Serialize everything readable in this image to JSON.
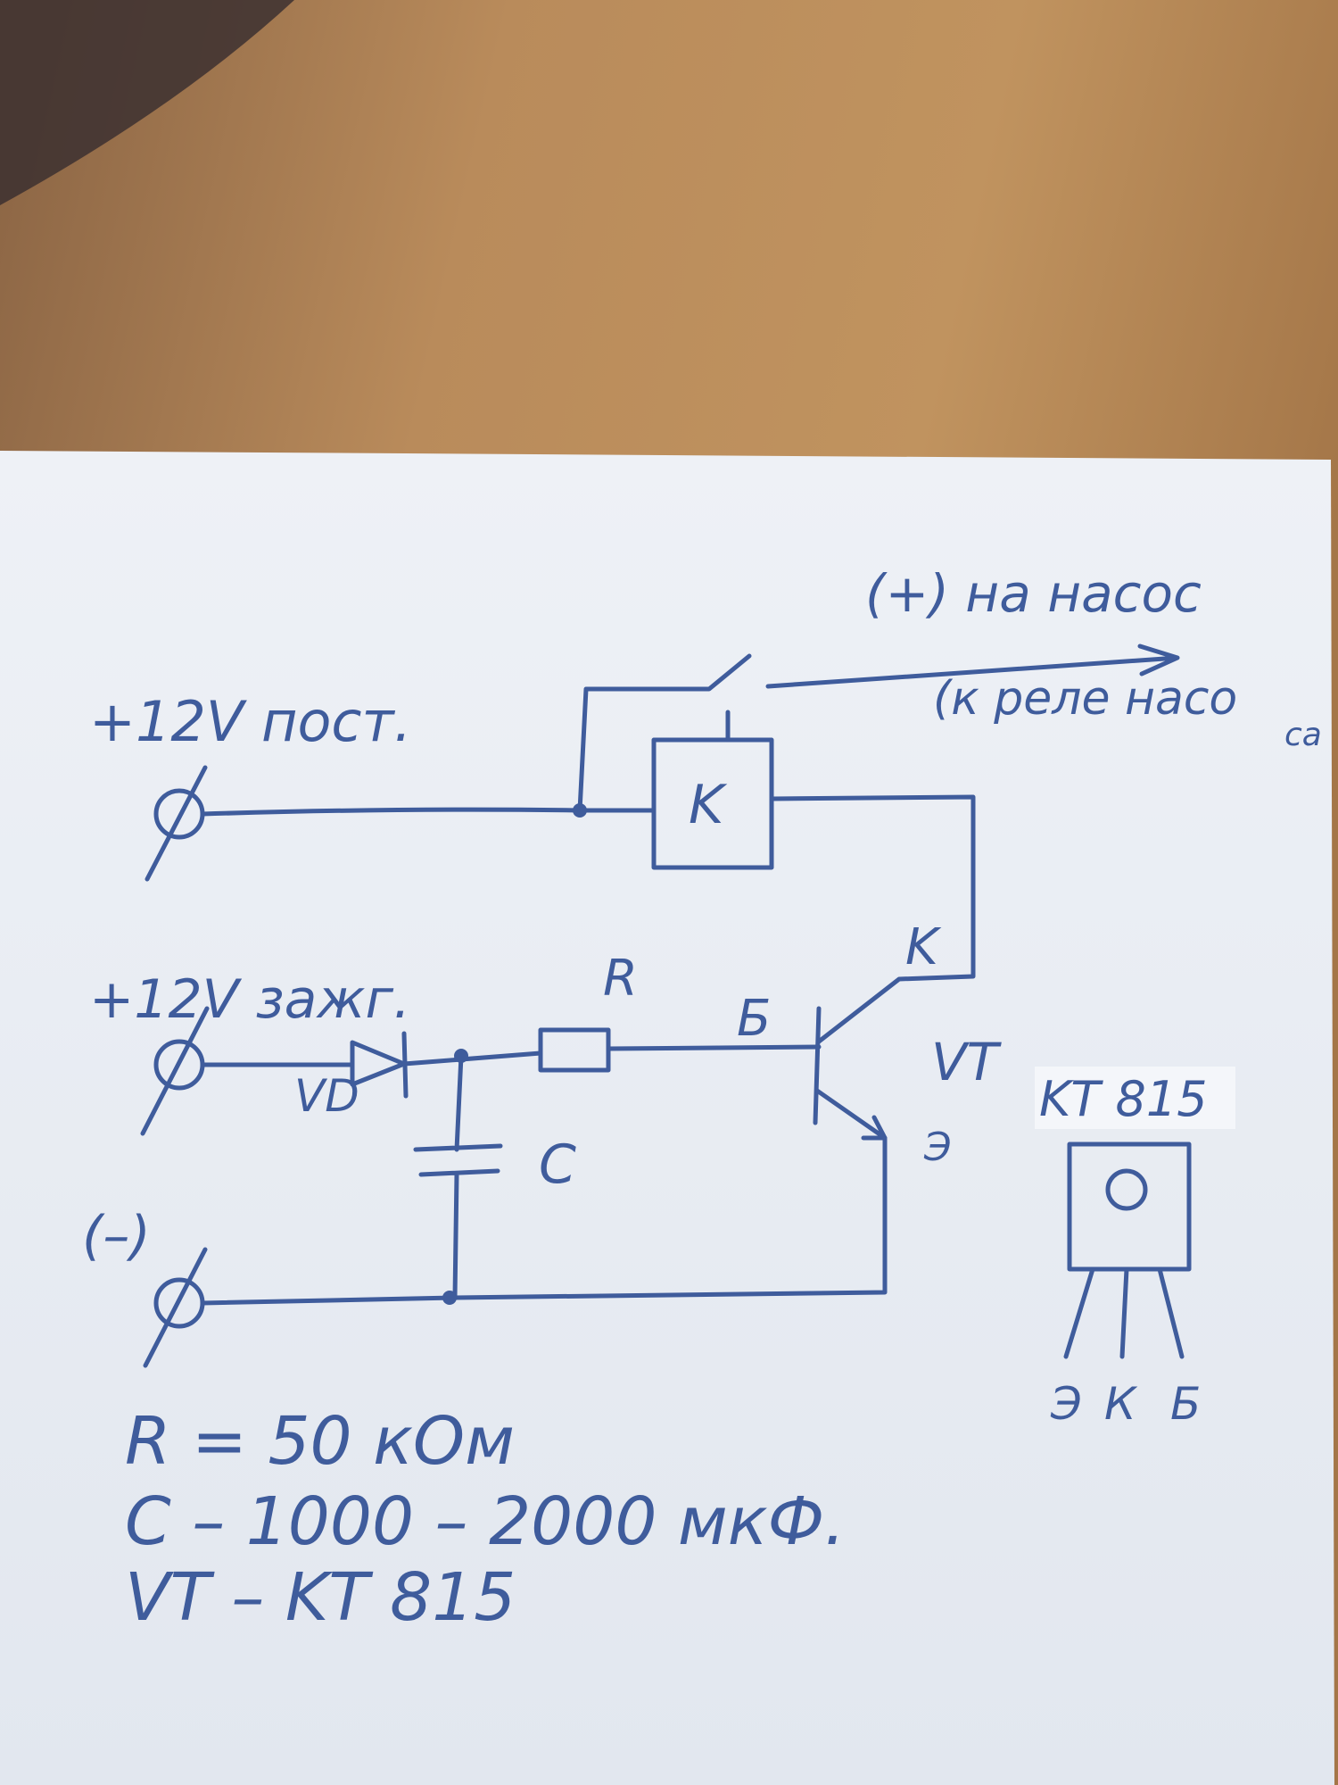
{
  "colors": {
    "ink": "#3f5c9c",
    "paper": "#e9edf3",
    "wood": "#b5895a"
  },
  "labels": {
    "supply_constant": "+12V пост.",
    "supply_ignition": "+12V зажг.",
    "ground": "(–)",
    "pump_out": "(+) на насос",
    "pump_relay_line1": "(к реле насо",
    "pump_relay_line2": "са",
    "relay": "K",
    "resistor": "R",
    "base": "Б",
    "collector": "K",
    "transistor": "VT",
    "emitter": "Э",
    "diode": "VD",
    "capacitor": "C"
  },
  "package": {
    "name": "KT 815",
    "pins": [
      "Э",
      "К",
      "Б"
    ]
  },
  "notes": [
    "R = 50 кОм",
    "C – 1000 – 2000 мкФ.",
    "VT – KT 815"
  ]
}
